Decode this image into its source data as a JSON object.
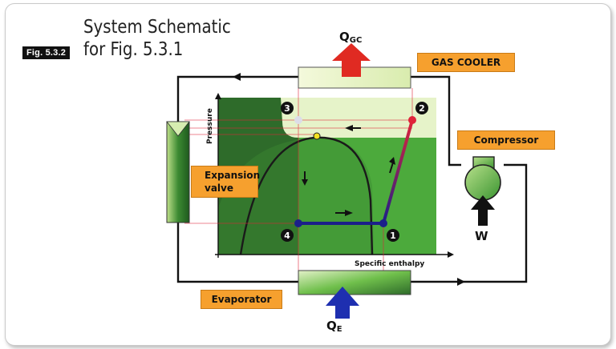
{
  "figure": {
    "badge": "Fig. 5.3.2",
    "title_line1": "System Schematic",
    "title_line2": "for Fig. 5.3.1"
  },
  "components": {
    "gas_cooler": "GAS COOLER",
    "compressor": "Compressor",
    "expansion_valve_line1": "Expansion",
    "expansion_valve_line2": "valve",
    "evaporator": "Evaporator"
  },
  "heat_flows": {
    "gas_cooler_main": "Q",
    "gas_cooler_sub": "GC",
    "evaporator_main": "Q",
    "evaporator_sub": "E",
    "work": "W"
  },
  "axes": {
    "y_label": "Pressure",
    "x_label": "Specific enthalpy"
  },
  "state_points": [
    "1",
    "2",
    "3",
    "4"
  ],
  "colors": {
    "orange_label": "#f6a02e",
    "region_dark_green": "#2e6b2a",
    "region_green": "#4caa3c",
    "region_light": "#e6f3c9",
    "hot_arrow": "#e02a22",
    "cold_arrow": "#1e2fb0",
    "cycle_low": "#1b1f8a",
    "cycle_hot": "#e0243a"
  }
}
